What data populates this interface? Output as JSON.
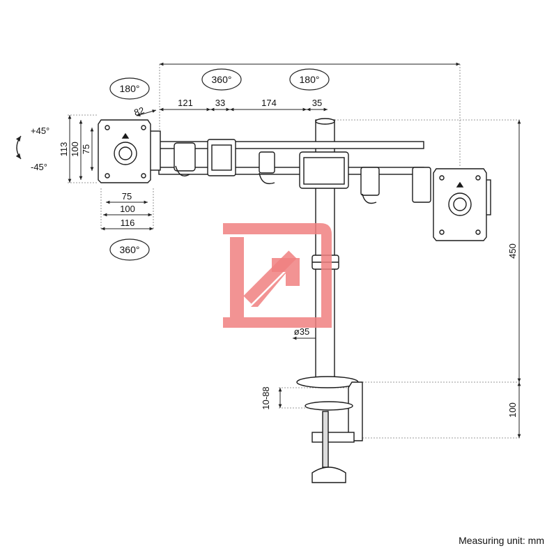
{
  "rotation_labels": {
    "top_left": "180°",
    "top_center": "360°",
    "top_right": "180°",
    "bottom_left": "360°"
  },
  "tilt_labels": {
    "up": "+45°",
    "down": "-45°"
  },
  "dimensions": {
    "arm_segment_1": "121",
    "arm_segment_2": "33",
    "arm_segment_3": "174",
    "arm_segment_4": "35",
    "angle_depth": "82",
    "plate_height_outer": "113",
    "plate_height_mid": "100",
    "plate_height_inner": "75",
    "plate_width_inner": "75",
    "plate_width_mid": "100",
    "plate_width_outer": "116",
    "pole_height": "450",
    "pole_diameter": "ø35",
    "clamp_range": "10-88",
    "clamp_height": "100"
  },
  "footer": {
    "unit_note": "Measuring unit: mm"
  },
  "colors": {
    "line": "#1a1a1a",
    "dim_line": "#444444",
    "logo": "#f08080"
  }
}
